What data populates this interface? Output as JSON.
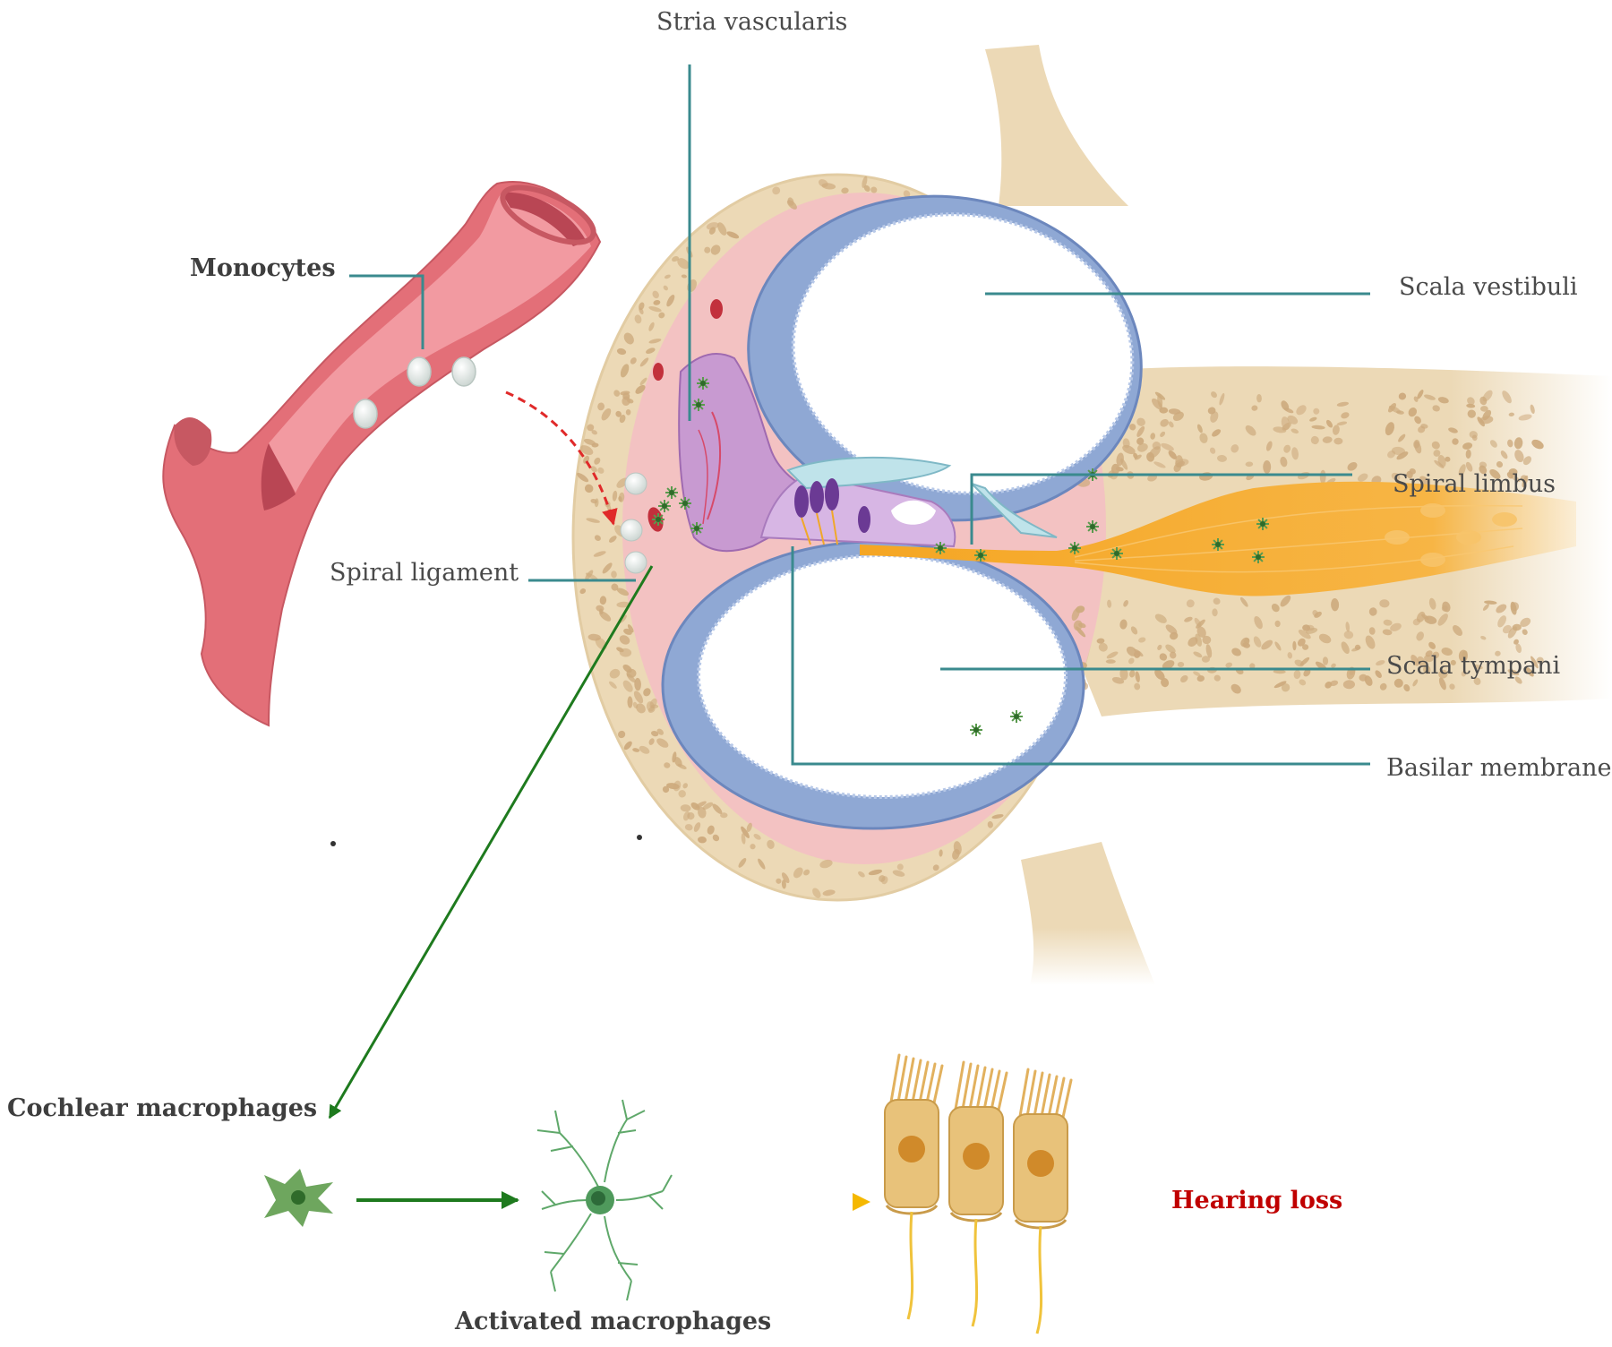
{
  "labels": {
    "stria_vascularis": "Stria vascularis",
    "monocytes": "Monocytes",
    "scala_vestibuli": "Scala vestibuli",
    "spiral_limbus": "Spiral limbus",
    "spiral_ligament": "Spiral ligament",
    "scala_tympani": "Scala tympani",
    "basilar_membrane": "Basilar membrane",
    "cochlear_macrophages": "Cochlear macrophages",
    "activated_macrophages": "Activated macrophages",
    "hearing_loss": "Hearing loss"
  },
  "colors": {
    "leader": "#3a8a8e",
    "bone": "#ecd9b6",
    "bone_spot": "#cdaa7d",
    "vessel": "#e36f78",
    "vessel_dark": "#b94654",
    "membrane_blue": "#8fa8d4",
    "nerve": "#f5a623",
    "macrophage_green": "#5a9a4e",
    "arrow_green": "#1e7a1e",
    "arrow_yellow": "#f5c518",
    "hair_cell": "#e8c27a",
    "hearing_loss_red": "#c00000"
  }
}
